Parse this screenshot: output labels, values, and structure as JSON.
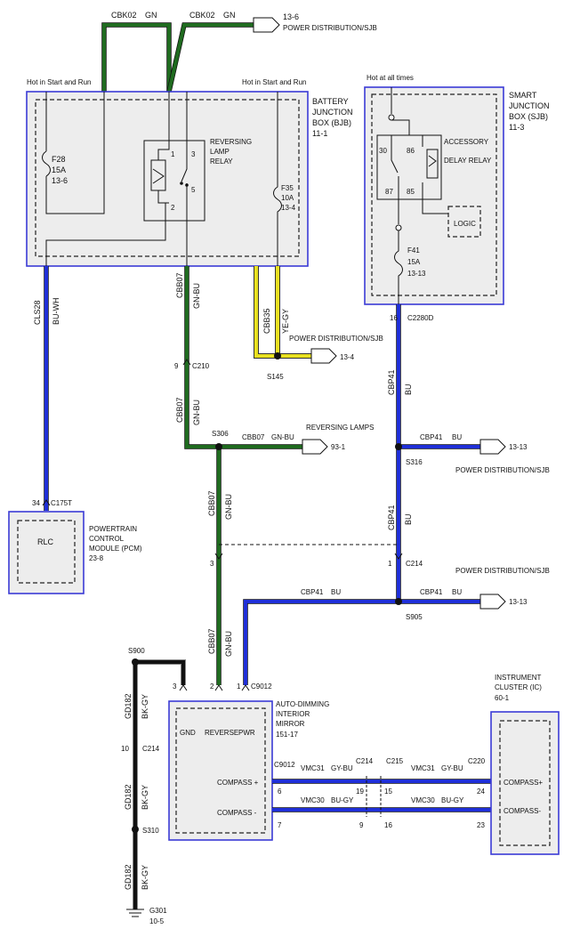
{
  "top": {
    "wire1": {
      "circuit": "CBK02",
      "color": "GN"
    },
    "wire2": {
      "circuit": "CBK02",
      "color": "GN"
    },
    "dest": {
      "page": "13-6",
      "label": "POWER DISTRIBUTION/SJB"
    }
  },
  "bjb": {
    "hot_left": "Hot in Start and Run",
    "hot_right": "Hot in Start and Run",
    "name_line1": "BATTERY",
    "name_line2": "JUNCTION",
    "name_line3": "BOX (BJB)",
    "page": "11-1",
    "fuse_left": {
      "name": "F28",
      "rating": "15A",
      "page": "13-6"
    },
    "fuse_right": {
      "name": "F35",
      "rating": "10A",
      "page": "13-4"
    },
    "relay_line1": "REVERSING",
    "relay_line2": "LAMP",
    "relay_line3": "RELAY",
    "relay_pins": {
      "p1": "1",
      "p2": "2",
      "p3": "3",
      "p5": "5"
    }
  },
  "sjb": {
    "hot": "Hot at all times",
    "name_line1": "SMART",
    "name_line2": "JUNCTION",
    "name_line3": "BOX (SJB)",
    "page": "11-3",
    "relay_line1": "ACCESSORY",
    "relay_line2": "DELAY RELAY",
    "relay_pins": {
      "p30": "30",
      "p86": "86",
      "p87": "87",
      "p85": "85"
    },
    "logic": "LOGIC",
    "fuse": {
      "name": "F41",
      "rating": "15A",
      "page": "13-13"
    },
    "pin": "16",
    "connector": "C2280D"
  },
  "wires": {
    "cls28": {
      "circuit": "CLS28",
      "color": "BU-WH"
    },
    "cbb07_a": {
      "circuit": "CBB07",
      "color": "GN-BU"
    },
    "cbb35": {
      "circuit": "CBB35",
      "color": "YE-GY"
    },
    "cbb07_b": {
      "circuit": "CBB07",
      "color": "GN-BU"
    },
    "cbb07_c": {
      "circuit": "CBB07",
      "color": "GN-BU"
    },
    "cbb07_d": {
      "circuit": "CBB07",
      "color": "GN-BU"
    },
    "cbb07_e": {
      "circuit": "CBB07",
      "color": "GN-BU"
    },
    "cbp41_a": {
      "circuit": "CBP41",
      "color": "BU"
    },
    "cbp41_b": {
      "circuit": "CBP41",
      "color": "BU"
    },
    "cbp41_c": {
      "circuit": "CBP41",
      "color": "BU"
    },
    "cbp41_d": {
      "circuit": "CBP41",
      "color": "BU"
    },
    "cbp41_e": {
      "circuit": "CBP41",
      "color": "BU"
    },
    "gd182_a": {
      "circuit": "GD182",
      "color": "BK-GY"
    },
    "gd182_b": {
      "circuit": "GD182",
      "color": "BK-GY"
    },
    "gd182_c": {
      "circuit": "GD182",
      "color": "BK-GY"
    },
    "vmc31_a": {
      "circuit": "VMC31",
      "color": "GY-BU"
    },
    "vmc31_b": {
      "circuit": "VMC31",
      "color": "GY-BU"
    },
    "vmc30_a": {
      "circuit": "VMC30",
      "color": "BU-GY"
    },
    "vmc30_b": {
      "circuit": "VMC30",
      "color": "BU-GY"
    }
  },
  "refs": {
    "pd_134": {
      "label": "POWER DISTRIBUTION/SJB",
      "page": "13-4"
    },
    "rev_lamps": {
      "label": "REVERSING LAMPS",
      "page": "93-1"
    },
    "pd_1313_a": {
      "label": "POWER DISTRIBUTION/SJB",
      "page": "13-13"
    },
    "pd_1313_b": {
      "label": "POWER DISTRIBUTION/SJB",
      "page": "13-13"
    }
  },
  "splices": {
    "s145": "S145",
    "s306": "S306",
    "s316": "S316",
    "s905": "S905",
    "s900": "S900",
    "s310": "S310"
  },
  "connectors": {
    "c210": "C210",
    "c210_pin": "9",
    "c175t": "C175T",
    "c175t_pin": "34",
    "c214_top": "C214",
    "c214_top_pin": "1",
    "c214_left": "C214",
    "c214_left_pin": "10",
    "pin3_mid": "3",
    "c9012": "C9012",
    "c9012_p3": "3",
    "c9012_p2": "2",
    "c9012_p1": "1",
    "c9012_b": "C9012",
    "c9012_p6": "6",
    "c9012_p7": "7",
    "c214_b": "C214",
    "c214_p19": "19",
    "c214_p9": "9",
    "c215": "C215",
    "c215_p15": "15",
    "c215_p16": "16",
    "c220": "C220",
    "c220_p24": "24",
    "c220_p23": "23"
  },
  "pcm": {
    "rlc": "RLC",
    "name_line1": "POWERTRAIN",
    "name_line2": "CONTROL",
    "name_line3": "MODULE (PCM)",
    "page": "23-8"
  },
  "mirror": {
    "gnd": "GND",
    "reverse": "REVERSE",
    "pwr": "PWR",
    "compass_plus": "COMPASS +",
    "compass_minus": "COMPASS -",
    "name_line1": "AUTO-DIMMING",
    "name_line2": "INTERIOR",
    "name_line3": "MIRROR",
    "page": "151-17"
  },
  "ic": {
    "name_line1": "INSTRUMENT",
    "name_line2": "CLUSTER (IC)",
    "page": "60-1",
    "compass_plus": "COMPASS+",
    "compass_minus": "COMPASS-"
  },
  "ground": {
    "name": "G301",
    "page": "10-5"
  }
}
